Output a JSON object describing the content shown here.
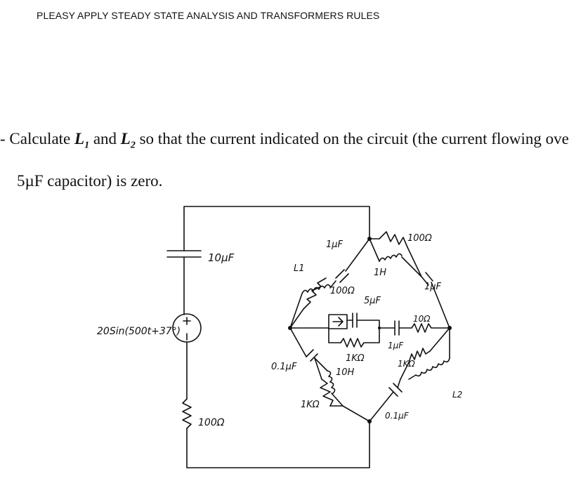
{
  "header_note": "PLEASY APPLY STEADY STATE ANALYSIS  AND  TRANSFORMERS RULES",
  "question": {
    "prefix": "- Calculate ",
    "L1": "L",
    "L1_sub": "1",
    "and": " and ",
    "L2": "L",
    "L2_sub": "2",
    "rest_line1": " so that the current indicated on the circuit (the current flowing over",
    "line2": "5µF capacitor) is zero."
  },
  "labels": {
    "c_left": "10µF",
    "source": "20Sin(500t+37°)",
    "r_left": "100Ω",
    "l1": "L1",
    "c_top": "1µF",
    "r_upper_left": "100Ω",
    "r_top_right": "100Ω",
    "l_1h": "1H",
    "c_right_upper": "1µF",
    "c_mid": "5µF",
    "r_mid_right": "10Ω",
    "c_mid_right": "1µF",
    "r_mid_bottom": "1KΩ",
    "c_lower_left": "0.1µF",
    "l_10h": "10H",
    "r_lower_left": "1KΩ",
    "r_lower_right": "1KΩ",
    "l2": "L2",
    "c_lower_right": "0.1µF"
  },
  "colors": {
    "ink": "#111111",
    "paper": "#ffffff"
  }
}
